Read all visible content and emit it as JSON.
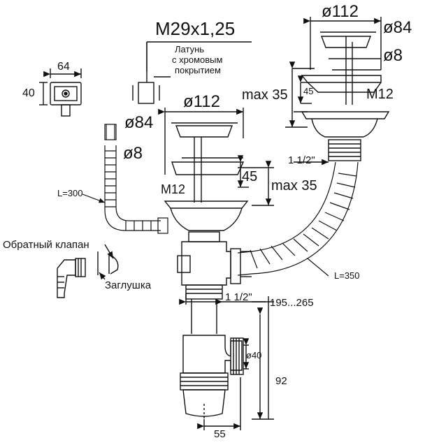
{
  "labels": {
    "thread": "M29x1,25",
    "brass_note": [
      "Латунь",
      "с хромовым",
      "покрытием"
    ],
    "box_width": "64",
    "box_height": "40",
    "right_outer_dia": "ø112",
    "right_inner_dia": "ø84",
    "right_pin_dia": "ø8",
    "right_max": "max 35",
    "right_small_45": "45",
    "right_m12": "M12",
    "right_thread": "1 1/2\"",
    "left_outer_dia": "ø112",
    "left_inner_dia": "ø84",
    "left_pin_dia": "ø8",
    "left_45": "45",
    "left_m12": "M12",
    "left_max": "max 35",
    "overflow_len": "L=300",
    "check_valve": "Обратный клапан",
    "plug": "Заглушка",
    "hose_len": "L=350",
    "bottom_thread": "1 1/2\"",
    "adjust_range": "195...265",
    "pipe_dia": "ø40",
    "height": "92",
    "trap_width": "55"
  },
  "colors": {
    "line": "#111111",
    "paper": "#ffffff"
  }
}
